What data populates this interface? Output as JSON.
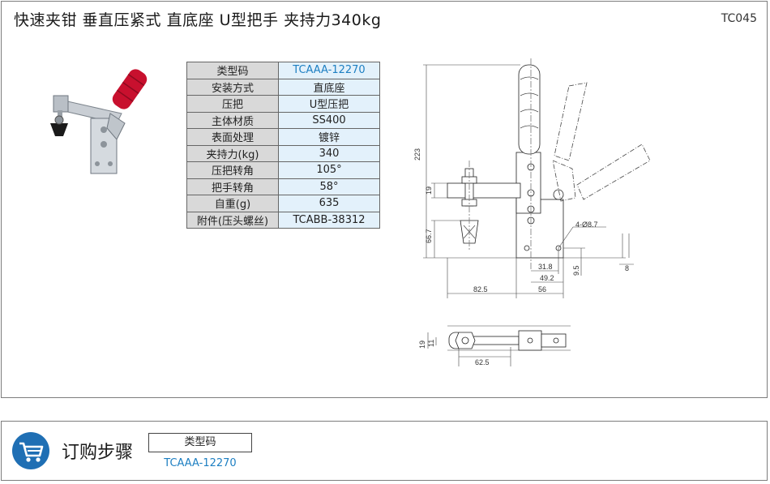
{
  "header": {
    "title": "快速夹钳  垂直压紧式  直底座  U型把手  夹持力340kg",
    "code": "TC045"
  },
  "spec_table": [
    {
      "key": "类型码",
      "value": "TCAAA-12270"
    },
    {
      "key": "安装方式",
      "value": "直底座"
    },
    {
      "key": "压把",
      "value": "U型压把"
    },
    {
      "key": "主体材质",
      "value": "SS400"
    },
    {
      "key": "表面处理",
      "value": "镀锌"
    },
    {
      "key": "夹持力(kg)",
      "value": "340"
    },
    {
      "key": "压把转角",
      "value": "105°"
    },
    {
      "key": "把手转角",
      "value": "58°"
    },
    {
      "key": "自重(g)",
      "value": "635"
    },
    {
      "key": "附件(压头螺丝)",
      "value": "TCABB-38312"
    }
  ],
  "dimensions": {
    "d223": "223",
    "d19": "19",
    "d66_7": "66.7",
    "hole": "4-Ø8.7",
    "d31_8": "31.8",
    "d49_2": "49.2",
    "d9_5": "9.5",
    "d82_5": "82.5",
    "d56": "56",
    "d8": "8",
    "d19b": "19",
    "d11": "11",
    "d62_5": "62.5"
  },
  "order": {
    "title": "订购步骤",
    "type_label": "类型码",
    "type_value": "TCAAA-12270",
    "accent": "#1f6fb4"
  },
  "colors": {
    "link": "#1d7fc2",
    "handle": "#c8102e",
    "key_bg": "#d9d9d9",
    "value_bg": "#e3f1fb"
  }
}
